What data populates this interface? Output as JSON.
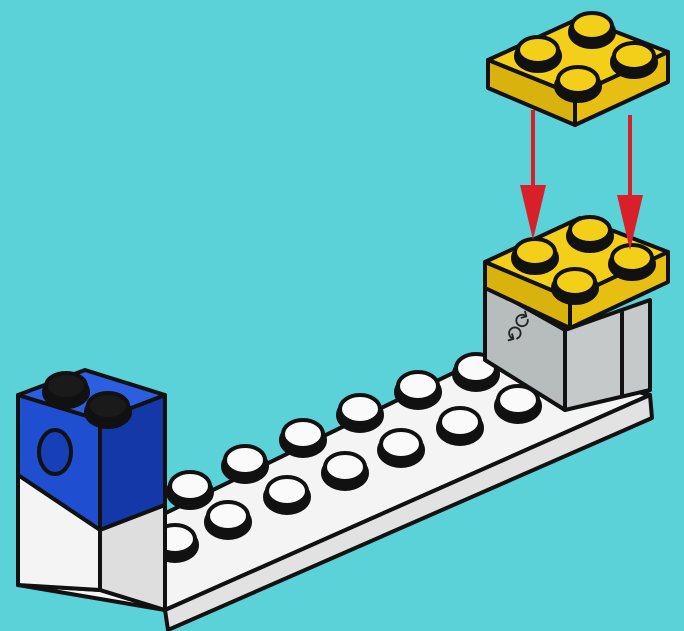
{
  "scene": {
    "background_color": "#5ad2d8",
    "outline_color": "#111111",
    "parts": [
      {
        "name": "base-plate",
        "color": "#f4f4f4",
        "shade": "#dcdcdc"
      },
      {
        "name": "blue-technic-brick",
        "color": "#1f4fd0",
        "shade": "#1438a8"
      },
      {
        "name": "gray-brick",
        "color": "#b7bcbc",
        "shade": "#9ea3a3"
      },
      {
        "name": "yellow-plate-top",
        "color": "#f4cf1a",
        "shade": "#d9b20e"
      },
      {
        "name": "yellow-plate-falling",
        "color": "#f4cf1a",
        "shade": "#d9b20e"
      }
    ],
    "arrow_color": "#d8202a",
    "arrow_count": 2
  }
}
